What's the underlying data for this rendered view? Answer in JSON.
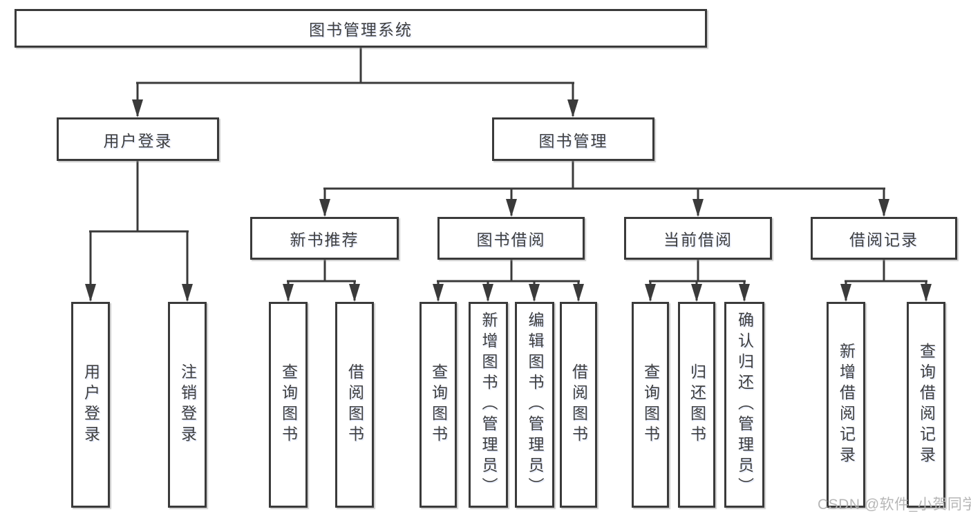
{
  "nodes": {
    "root": "图书管理系统",
    "level2": {
      "user_login": "用户登录",
      "book_management": "图书管理"
    },
    "level3": {
      "new_book_recommend": "新书推荐",
      "book_borrow": "图书借阅",
      "current_borrow": "当前借阅",
      "borrow_record": "借阅记录"
    },
    "leaves": {
      "user_login": "用户登录",
      "logout": "注销登录",
      "rec_query_book": "查询图书",
      "rec_borrow_book": "借阅图书",
      "bb_query_book": "查询图书",
      "bb_add_book_admin": "新增图书（管理员）",
      "bb_edit_book_admin": "编辑图书（管理员）",
      "bb_borrow_book": "借阅图书",
      "cb_query_book": "查询图书",
      "cb_return_book": "归还图书",
      "cb_confirm_return_admin": "确认归还（管理员）",
      "br_add_record": "新增借阅记录",
      "br_query_record": "查询借阅记录"
    }
  },
  "watermark": "CSDN @软件_小贺同学",
  "colors": {
    "line": "#3a3a3a",
    "text": "#3f3f3f",
    "background": "#ffffff",
    "watermark": "#b3b3b3"
  }
}
